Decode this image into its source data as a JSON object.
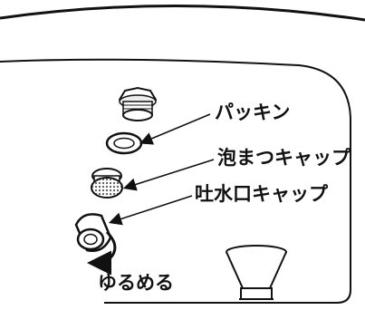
{
  "labels": {
    "packing": "パッキン",
    "foam_cap": "泡まつキャップ",
    "spout_cap": "吐水口キャップ",
    "loosen": "ゆるめる"
  },
  "icons": [
    "rotation-arrow-icon"
  ],
  "colors": {
    "stroke": "#111111",
    "background": "#ffffff",
    "mesh": "#555555"
  }
}
